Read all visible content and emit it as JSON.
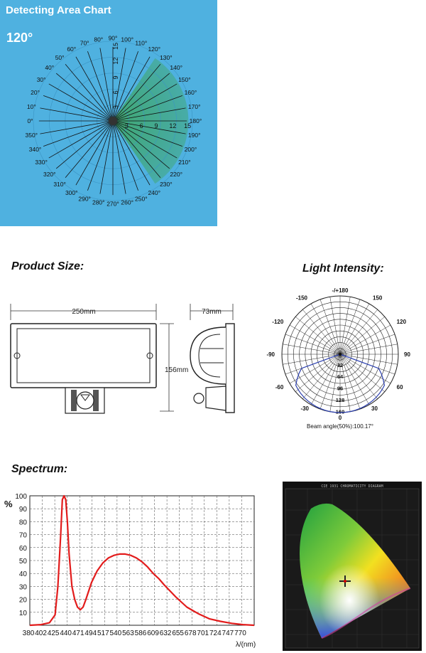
{
  "detect_chart": {
    "title": "Detecting Area Chart",
    "angle": "120°",
    "angle_labels": [
      "0°",
      "10°",
      "20°",
      "30°",
      "40°",
      "50°",
      "60°",
      "70°",
      "80°",
      "90°",
      "100°",
      "110°",
      "120°",
      "130°",
      "140°",
      "150°",
      "160°",
      "170°",
      "180°",
      "190°",
      "200°",
      "210°",
      "220°",
      "230°",
      "240°",
      "250°",
      "260°",
      "270°",
      "280°",
      "290°",
      "300°",
      "310°",
      "320°",
      "330°",
      "340°",
      "350°"
    ],
    "distance_labels": [
      "3",
      "6",
      "9",
      "12",
      "15"
    ],
    "colors": {
      "background": "#4fb1e0",
      "sector": "#3fa66a"
    }
  },
  "product_size": {
    "heading": "Product Size:",
    "width_label": "250mm",
    "depth_label": "73mm",
    "height_label": "156mm"
  },
  "light_intensity": {
    "heading": "Light Intensity:",
    "angle_labels": {
      "top": "-/+180",
      "tl": "-150",
      "tr": "150",
      "ul": "-120",
      "ur": "120",
      "ml": "-90",
      "mr": "90",
      "ll": "-60",
      "lr": "60",
      "bl": "-30",
      "br": "30",
      "bottom": "0"
    },
    "radial_labels": [
      "32",
      "64",
      "96",
      "128",
      "160"
    ],
    "beam_angle": "Beam angle(50%):100.17°",
    "curve_color": "#2b3fb0"
  },
  "spectrum": {
    "heading": "Spectrum:"
  },
  "chart_data": {
    "type": "line",
    "title": "",
    "ylabel": "%",
    "xlabel": "λ/(nm)",
    "y_ticks": [
      "100",
      "90",
      "80",
      "70",
      "60",
      "50",
      "40",
      "30",
      "20",
      "10"
    ],
    "x_ticks": [
      "380",
      "402",
      "425",
      "440",
      "471",
      "494",
      "517",
      "540",
      "563",
      "586",
      "609",
      "632",
      "655",
      "678",
      "701",
      "724",
      "747",
      "770"
    ],
    "ylim": [
      0,
      100
    ],
    "xlim": [
      380,
      780
    ],
    "grid": true,
    "series": [
      {
        "color": "#e21c1c",
        "x": [
          380,
          400,
          415,
          425,
          430,
          435,
          438,
          441,
          444,
          447,
          450,
          455,
          460,
          465,
          470,
          475,
          480,
          490,
          500,
          510,
          520,
          530,
          540,
          550,
          560,
          570,
          580,
          590,
          600,
          610,
          620,
          640,
          660,
          680,
          700,
          720,
          740,
          760,
          780
        ],
        "y": [
          0,
          0.5,
          2,
          8,
          30,
          70,
          97,
          100,
          97,
          80,
          55,
          30,
          20,
          14,
          12,
          14,
          20,
          33,
          42,
          48,
          52,
          54,
          55,
          55,
          54,
          52,
          49,
          45,
          40,
          36,
          31,
          22,
          14,
          9,
          5,
          3,
          1.5,
          0.5,
          0
        ]
      }
    ]
  },
  "chromaticity": {
    "title": "CIE 1931 CHROMATICITY DIAGRAM"
  }
}
